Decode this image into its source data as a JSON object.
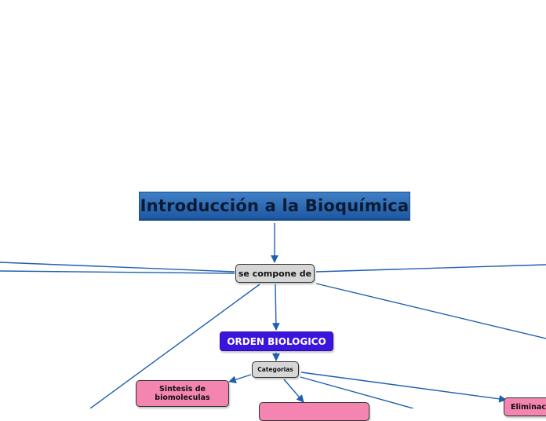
{
  "diagram": {
    "root": {
      "label": "Introducción a la Bioquímica"
    },
    "link_node": {
      "label": "se compone de"
    },
    "orden": {
      "label": "ORDEN BIOLOGICO"
    },
    "categorias": {
      "label": "Categorias"
    },
    "sintesis": {
      "label": "Sintesis de biomoleculas"
    },
    "eliminacion": {
      "label": "Eliminaci"
    },
    "pink_mid": {
      "label": ""
    }
  },
  "colors": {
    "connector": "#1f5fb0",
    "root_fill": "#2f6db8",
    "orden_fill": "#3b15dd",
    "category_fill": "#f385b0",
    "neutral_fill": "#d6d6d6"
  }
}
